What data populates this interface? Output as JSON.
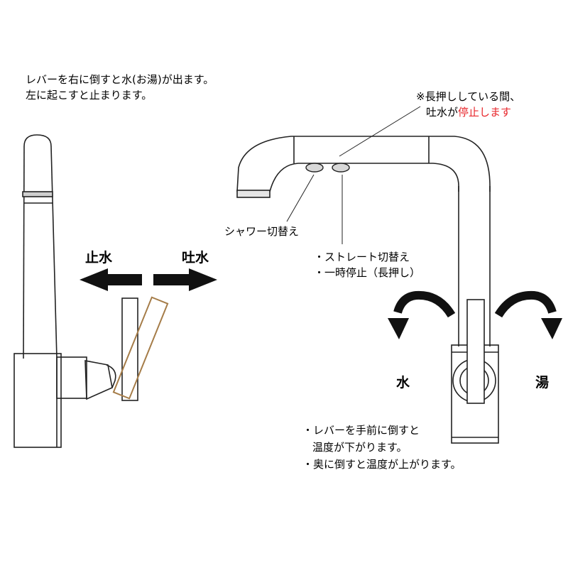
{
  "left_note": {
    "line1": "レバーを右に倒すと水(お湯)が出ます。",
    "line2": "左に起こすと止まります。"
  },
  "left_labels": {
    "stop": "止水",
    "discharge": "吐水"
  },
  "pause_note": {
    "line1": "※長押ししている間、",
    "line2_prefix": "吐水が",
    "line2_highlight": "停止します"
  },
  "shower_label": "シャワー切替え",
  "straight_labels": {
    "line1": "・ストレート切替え",
    "line2": "・一時停止（長押し）"
  },
  "right_labels": {
    "water": "水",
    "hot": "湯"
  },
  "temp_note": {
    "line1": "・レバーを手前に倒すと",
    "line2": "温度が下がります。",
    "line3": "・奥に倒すと温度が上がります。"
  },
  "colors": {
    "accent": "#e8262b",
    "lever_outline": "#a57c48",
    "line": "#222222"
  }
}
